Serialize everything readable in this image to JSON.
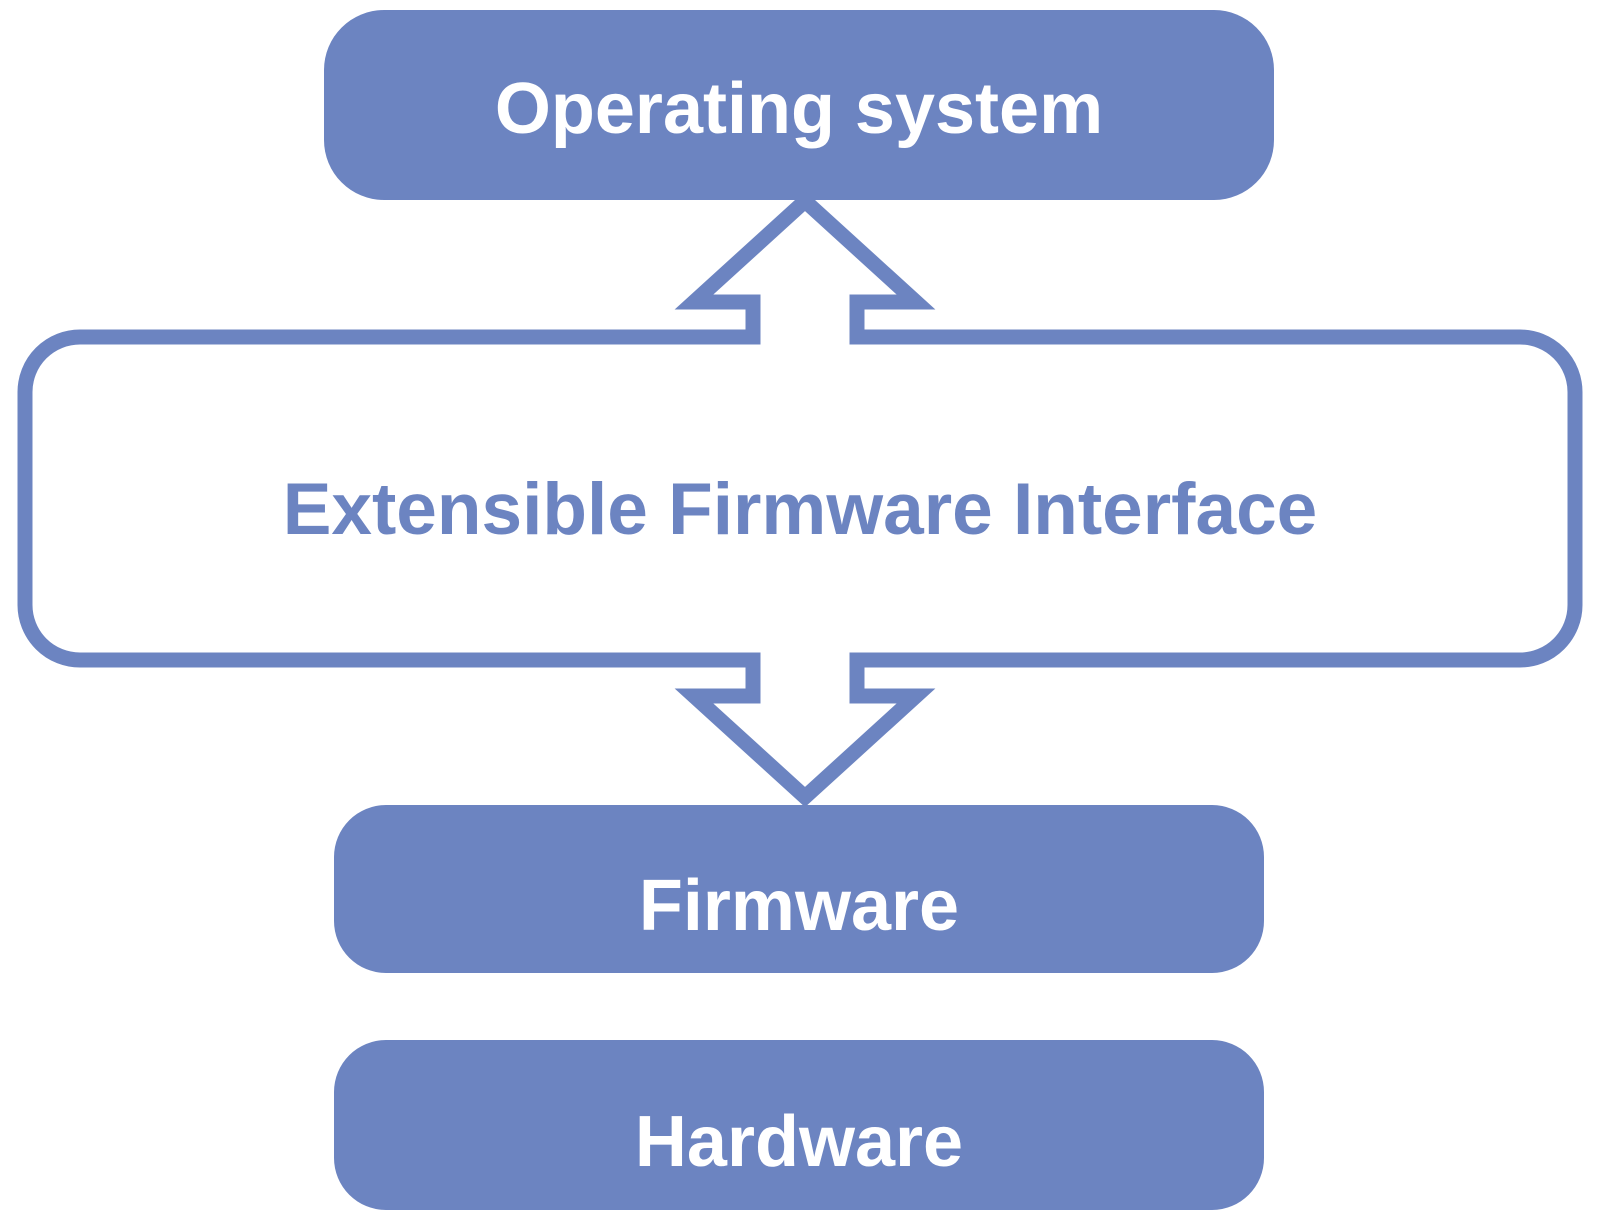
{
  "diagram": {
    "colors": {
      "accent": "#6C84C1",
      "text_on_accent": "#FFFFFF",
      "background": "#FFFFFF"
    },
    "boxes": {
      "operating_system": {
        "label": "Operating system"
      },
      "efi": {
        "label": "Extensible Firmware Interface"
      },
      "firmware": {
        "label": "Firmware"
      },
      "hardware": {
        "label": "Hardware"
      }
    },
    "connections": [
      {
        "from": "efi",
        "to": "operating_system",
        "kind": "hollow-arrow"
      },
      {
        "from": "efi",
        "to": "firmware",
        "kind": "hollow-arrow"
      }
    ]
  }
}
